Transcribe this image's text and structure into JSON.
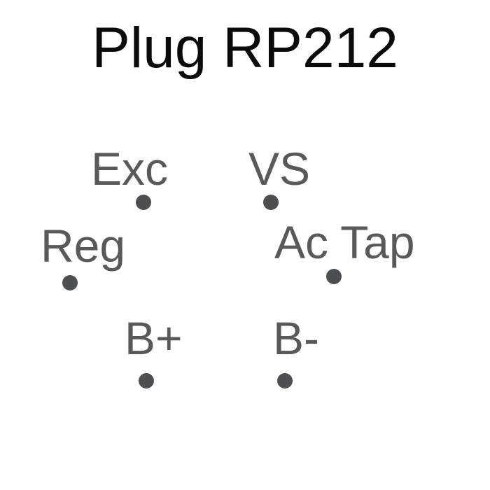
{
  "diagram": {
    "title": "Plug RP212",
    "colors": {
      "title": "#0a0a0a",
      "label": "#58595b",
      "dot": "#4d4e52",
      "background": "#ffffff"
    },
    "pins": [
      {
        "id": "exc",
        "label": "Exc"
      },
      {
        "id": "vs",
        "label": "VS"
      },
      {
        "id": "reg",
        "label": "Reg"
      },
      {
        "id": "actap",
        "label": "Ac Tap"
      },
      {
        "id": "bplus",
        "label": "B+"
      },
      {
        "id": "bminus",
        "label": "B-"
      }
    ]
  }
}
